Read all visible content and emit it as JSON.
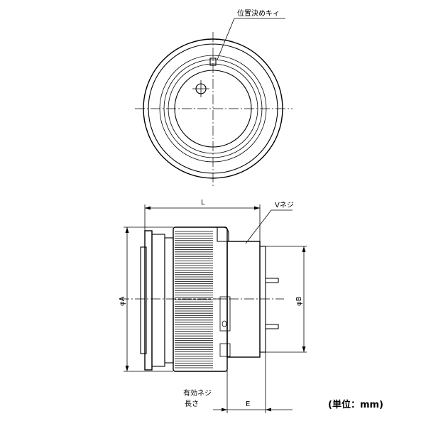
{
  "labels": {
    "key": "位置決めキィ",
    "length": "L",
    "thread": "Vネジ",
    "dia_a": "φA",
    "dia_b": "φB",
    "eff_thread_1": "有効ネジ",
    "eff_thread_2": "長さ",
    "e": "E",
    "unit": "(単位：mm)"
  }
}
